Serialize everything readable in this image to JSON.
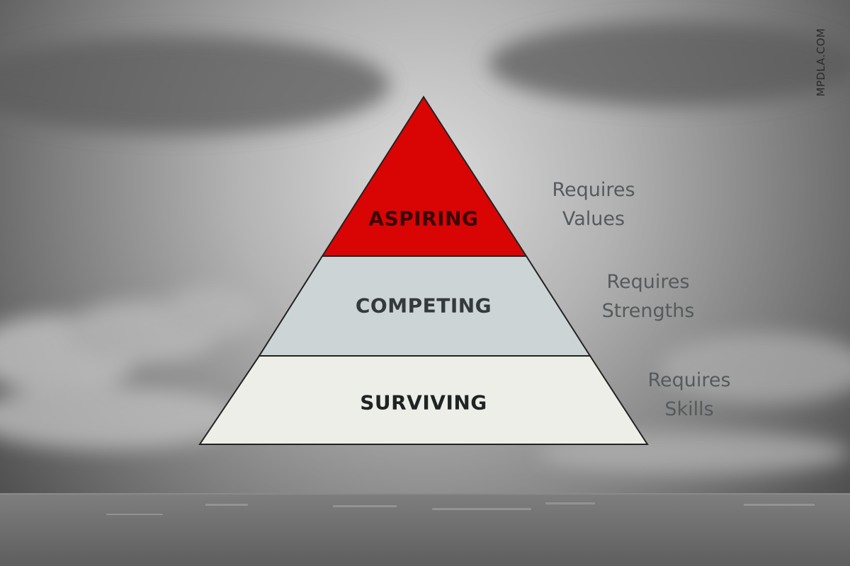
{
  "watermark": "MPDLA.COM",
  "pyramid": {
    "tiers": [
      {
        "label": "ASPIRING",
        "fill": "#d90505",
        "text_color": "#3a0808"
      },
      {
        "label": "COMPETING",
        "fill": "#ccd4d5",
        "text_color": "#34393b"
      },
      {
        "label": "SURVIVING",
        "fill": "#eceee7",
        "text_color": "#1f2324"
      }
    ]
  },
  "requirements": [
    {
      "line1": "Requires",
      "line2": "Values"
    },
    {
      "line1": "Requires",
      "line2": "Strengths"
    },
    {
      "line1": "Requires",
      "line2": "Skills"
    }
  ],
  "colors": {
    "sky_light": "#d6d6d6",
    "sky_dark": "#4f4f4f",
    "sea": "#676767",
    "outline": "#222222"
  }
}
